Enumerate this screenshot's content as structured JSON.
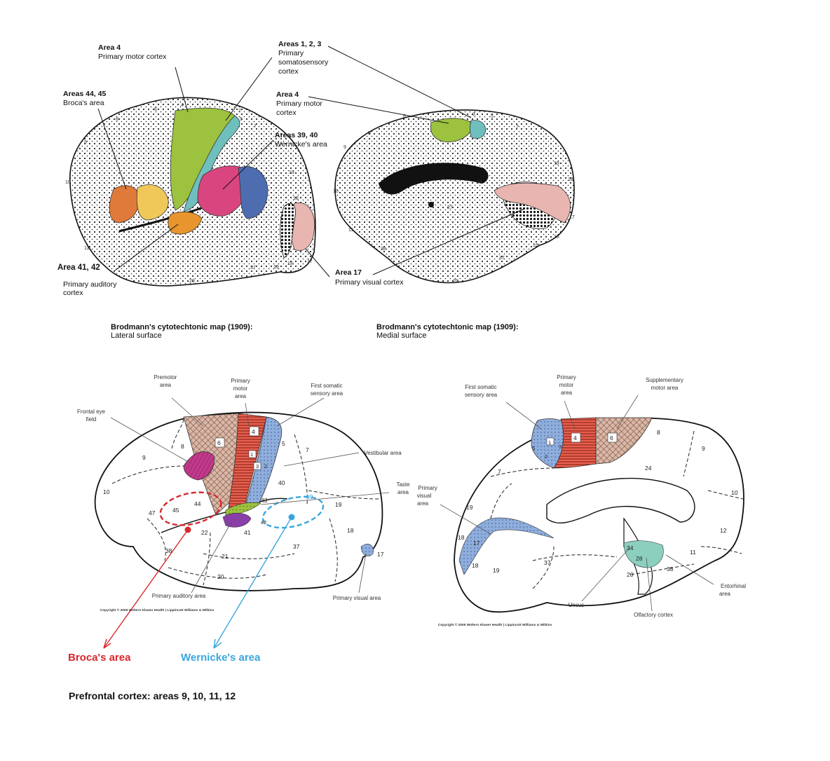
{
  "colors": {
    "motor_green": "#9cc23f",
    "somatosensory_teal": "#6fbfbf",
    "broca_orange": "#e07a3a",
    "broca_yellow": "#f0c85a",
    "wernicke_pink": "#d9467f",
    "wernicke_blue": "#4e6db0",
    "auditory_orange": "#e8952e",
    "visual_pink": "#e9b5b0",
    "highlight_red": "#d7282f",
    "highlight_blue": "#3aa6dd"
  },
  "lateral_labels": {
    "area4_title": "Area 4",
    "area4_sub": "Primary motor cortex",
    "areas123_title": "Areas 1, 2, 3",
    "areas123_sub1": "Primary",
    "areas123_sub2": "somatosensory",
    "areas123_sub3": "cortex",
    "broca_title": "Areas 44, 45",
    "broca_sub": "Broca's area",
    "area4b_title": "Area 4",
    "area4b_sub1": "Primary motor",
    "area4b_sub2": "cortex",
    "wernicke_title": "Areas 39, 40",
    "wernicke_sub": "Wernicke's area",
    "auditory_title": "Area 41, 42",
    "auditory_sub1": "Primary auditory",
    "auditory_sub2": "cortex",
    "visual_title": "Area 17",
    "visual_sub": "Primary visual cortex"
  },
  "captions": {
    "lateral_title": "Brodmann's cytotechtonic map (1909):",
    "lateral_sub": "Lateral surface",
    "medial_title": "Brodmann's cytotechtonic map (1909):",
    "medial_sub": "Medial surface"
  },
  "bottom_left_labels": {
    "premotor": [
      "Premotor",
      "area"
    ],
    "primary_motor": [
      "Primary",
      "motor",
      "area"
    ],
    "first_somatic": [
      "First somatic",
      "sensory area"
    ],
    "frontal_eye": [
      "Frontal eye",
      "field"
    ],
    "vestibular": "Vestibular area",
    "taste": [
      "Taste",
      "area"
    ],
    "primary_auditory": "Primary auditory area",
    "primary_visual": "Primary visual area",
    "copyright": "Copyright © 2009 Wolters Kluwer Health | Lippincott Williams & Wilkins"
  },
  "bottom_left_numbers": {
    "n6": "6",
    "n4": "4",
    "n5": "5",
    "n7": "7",
    "n8": "8",
    "n9": "9",
    "n10": "10",
    "n1": "1",
    "n3": "3",
    "n2": "2",
    "n40": "40",
    "n43": "43",
    "n39": "39",
    "n19": "19",
    "n18": "18",
    "n17": "17",
    "n45": "45",
    "n44": "44",
    "n47": "47",
    "n22": "22",
    "n41": "41",
    "n42": "42",
    "n37": "37",
    "n38": "38",
    "n21": "21",
    "n20": "20"
  },
  "bottom_right_labels": {
    "first_somatic": [
      "First somatic",
      "sensory area"
    ],
    "primary_motor": [
      "Primary",
      "motor",
      "area"
    ],
    "supplementary": [
      "Supplementary",
      "motor area"
    ],
    "primary_visual": [
      "Primary",
      "visual",
      "area"
    ],
    "entorhinal": [
      "Entorhinal",
      "area"
    ],
    "uncus": "Uncus",
    "olfactory": "Olfactory cortex",
    "copyright": "Copyright © 2009 Wolters Kluwer Health | Lippincott Williams & Wilkins"
  },
  "bottom_right_numbers": {
    "n4": "4",
    "n6": "6",
    "n8": "8",
    "n9": "9",
    "n1": "1",
    "n3": "3",
    "n2": "2",
    "n5": "5",
    "n7": "7",
    "n24": "24",
    "n10": "10",
    "n12": "12",
    "n11": "11",
    "n19": "19",
    "n18": "18",
    "n17": "17",
    "n18b": "18",
    "n19b": "19",
    "n37": "37",
    "n34": "34",
    "n28": "28",
    "n38": "38",
    "n20": "20"
  },
  "highlights": {
    "broca": "Broca's area",
    "wernicke": "Wernicke's area"
  },
  "footer": "Prefrontal cortex: areas 9, 10, 11, 12"
}
